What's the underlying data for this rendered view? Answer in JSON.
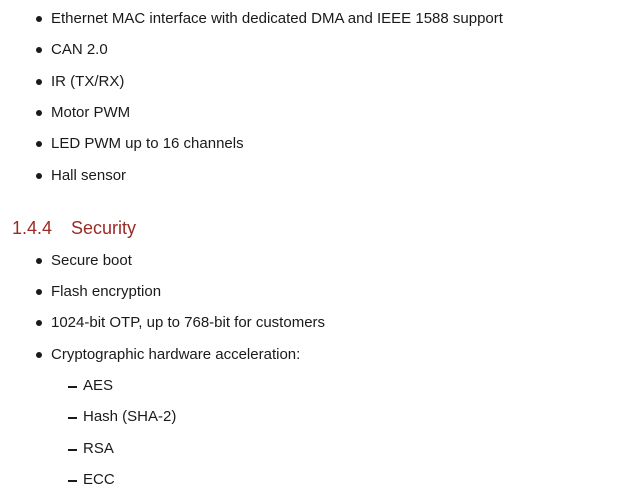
{
  "list_top": {
    "items": [
      "Ethernet MAC interface with dedicated DMA and IEEE 1588 support",
      "CAN 2.0",
      "IR (TX/RX)",
      "Motor PWM",
      "LED PWM up to 16 channels",
      "Hall sensor"
    ]
  },
  "section": {
    "number": "1.4.4",
    "title": "Security",
    "color": "#9b2a24"
  },
  "security_list": {
    "items": [
      "Secure boot",
      "Flash encryption",
      "1024-bit OTP, up to 768-bit for customers",
      "Cryptographic hardware acceleration:"
    ],
    "sub_items": [
      "AES",
      "Hash (SHA-2)",
      "RSA",
      "ECC"
    ]
  }
}
